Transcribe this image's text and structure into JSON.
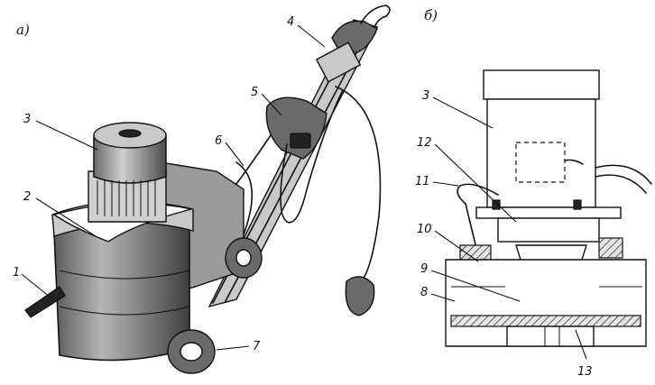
{
  "panels": {
    "left_label": "а)",
    "right_label": "б)"
  },
  "callouts_left": [
    "1",
    "2",
    "3",
    "4",
    "5",
    "6",
    "7"
  ],
  "callouts_right": [
    "3",
    "12",
    "11",
    "10",
    "9",
    "8",
    "13"
  ]
}
